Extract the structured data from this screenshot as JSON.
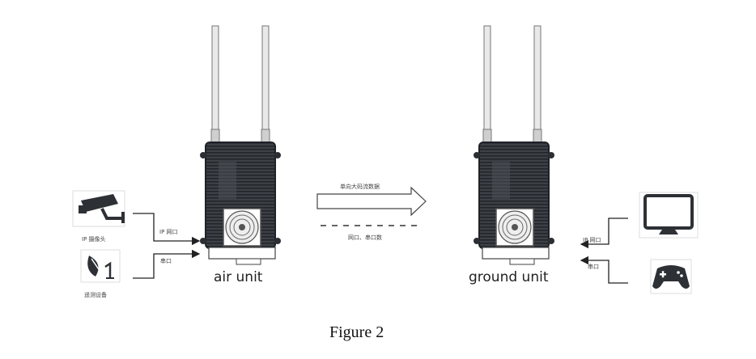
{
  "figure": {
    "caption": "Figure 2"
  },
  "units": {
    "air": {
      "label": "air unit"
    },
    "ground": {
      "label": "ground unit"
    }
  },
  "devices": {
    "ip_camera": {
      "label": "IP 摄像头",
      "icon": "cctv-camera-icon"
    },
    "telemetry": {
      "label": "遥测设备",
      "icon": "telemetry-device-icon"
    },
    "monitor": {
      "icon": "monitor-icon"
    },
    "gamepad": {
      "icon": "gamepad-icon"
    }
  },
  "ports": {
    "air_ip": "IP 网口",
    "air_serial": "串口",
    "ground_ip": "IP 网口",
    "ground_serial": "串口"
  },
  "links": {
    "downlink": "单向大码流数据",
    "bidirectional": "网口、串口数"
  },
  "colors": {
    "device": "#3b3f44",
    "line": "#222222"
  }
}
